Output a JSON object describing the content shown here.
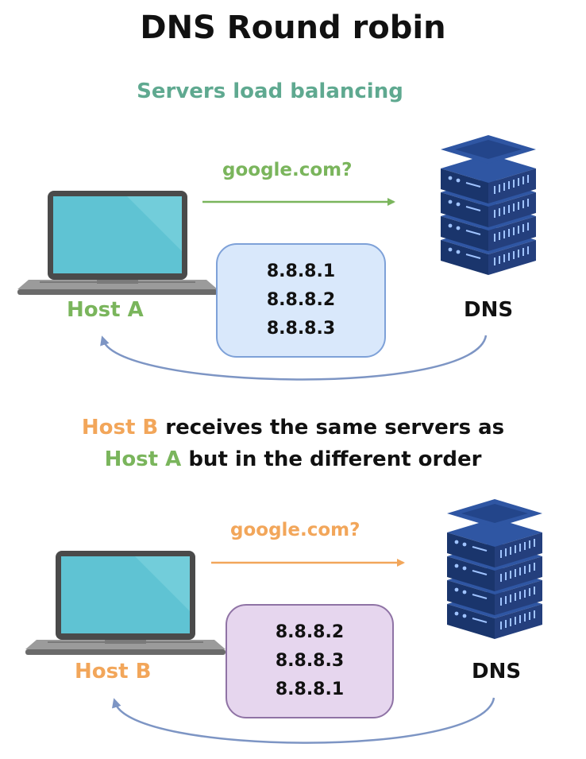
{
  "title": "DNS Round robin",
  "subtitle": "Servers load balancing",
  "colors": {
    "green": "#7ab55c",
    "teal": "#5fa990",
    "orange": "#f2a65a",
    "blue_arrow": "#7d95c4",
    "box_blue_fill": "#d9e8fb",
    "box_blue_border": "#7ea1d8",
    "box_purple_fill": "#e6d6ee",
    "box_purple_border": "#8f73a5",
    "server_dark": "#1f3c78",
    "laptop_screen": "#5fc3d3"
  },
  "scenario_a": {
    "query": "google.com?",
    "host_label": "Host A",
    "dns_label": "DNS",
    "ips": [
      "8.8.8.1",
      "8.8.8.2",
      "8.8.8.3"
    ],
    "laptop_icon": "laptop-icon",
    "server_icon": "server-stack-icon"
  },
  "middle_text": {
    "host_b": "Host B",
    "part1": " receives the same servers as",
    "host_a": "Host A",
    "part2": " but in the different order"
  },
  "scenario_b": {
    "query": "google.com?",
    "host_label": "Host B",
    "dns_label": "DNS",
    "ips": [
      "8.8.8.2",
      "8.8.8.3",
      "8.8.8.1"
    ],
    "laptop_icon": "laptop-icon",
    "server_icon": "server-stack-icon"
  }
}
